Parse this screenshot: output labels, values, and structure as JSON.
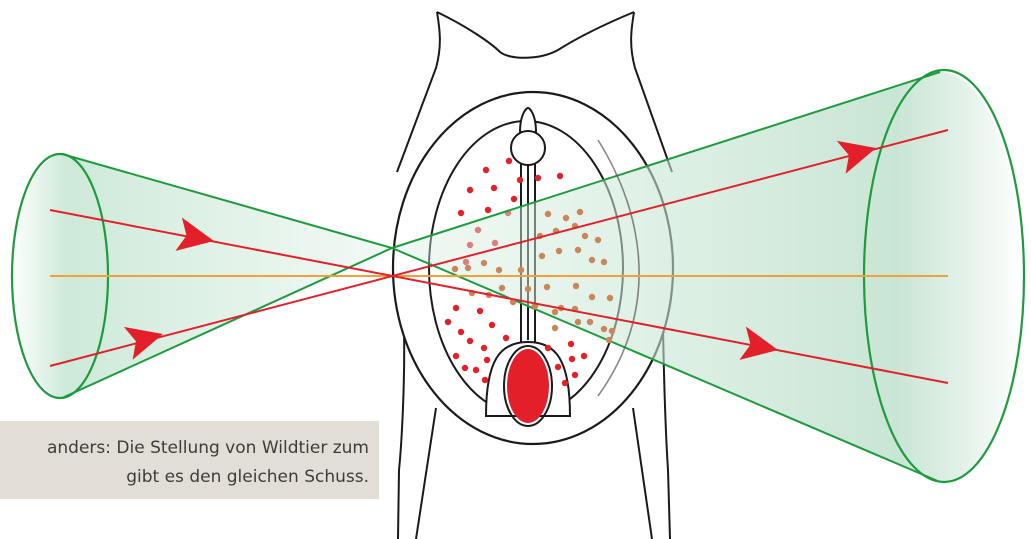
{
  "caption": {
    "line1": "anders: Die Stellung von Wildtier zum",
    "line2": "gibt es den gleichen Schuss."
  },
  "colors": {
    "cone_stroke": "#1f9a3f",
    "cone_fill": "#bfe3cf",
    "ray": "#e3202a",
    "axis": "#f2a13a",
    "outline": "#1a1a1a",
    "heart": "#e3202a",
    "dots_red": "#e3202a",
    "dots_brown": "#c9865a",
    "caption_bg": "#e2ddd5"
  },
  "icons": [
    "animal-front-silhouette",
    "heart-shape",
    "shot-cone-left",
    "shot-cone-right"
  ]
}
